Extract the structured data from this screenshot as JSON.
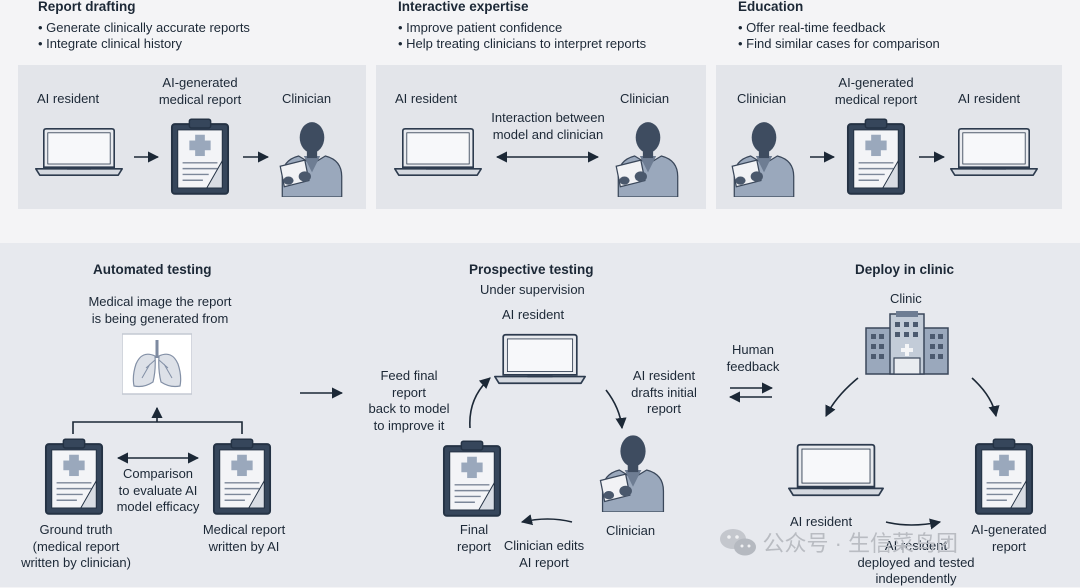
{
  "top": {
    "report_drafting": {
      "title": "Report drafting",
      "bullets": [
        "Generate clinically accurate reports",
        "Integrate clinical history"
      ],
      "labels": {
        "ai_resident": "AI resident",
        "report": "AI-generated\nmedical report",
        "clinician": "Clinician"
      }
    },
    "interactive": {
      "title": "Interactive expertise",
      "bullets": [
        "Improve patient confidence",
        "Help treating clinicians to interpret reports"
      ],
      "labels": {
        "ai_resident": "AI resident",
        "interaction": "Interaction between\nmodel and clinician",
        "clinician": "Clinician"
      }
    },
    "education": {
      "title": "Education",
      "bullets": [
        "Offer real-time feedback",
        "Find similar cases for comparison"
      ],
      "labels": {
        "clinician": "Clinician",
        "report": "AI-generated\nmedical report",
        "ai_resident": "AI resident"
      }
    }
  },
  "bottom": {
    "automated": {
      "title": "Automated testing",
      "image_caption": "Medical image the report\nis being generated from",
      "comparison": "Comparison\nto evaluate AI\nmodel efficacy",
      "ground_truth": "Ground truth\n(medical report\nwritten by clinician)",
      "written_by_ai": "Medical report\nwritten by AI"
    },
    "prospective": {
      "title": "Prospective testing",
      "subtitle": "Under supervision",
      "ai_resident": "AI resident",
      "feed_back": "Feed final report\nback to model\nto improve it",
      "drafts": "AI resident\ndrafts initial\nreport",
      "final_report": "Final\nreport",
      "clinician_edits": "Clinician edits\nAI report",
      "clinician": "Clinician"
    },
    "human_feedback": "Human\nfeedback",
    "deploy": {
      "title": "Deploy in clinic",
      "clinic": "Clinic",
      "ai_resident": "AI resident",
      "deployed": "AI resident\ndeployed and tested\nindependently",
      "ai_generated": "AI-generated\nreport"
    }
  },
  "watermark": "公众号 · 生信菜鸟团"
}
